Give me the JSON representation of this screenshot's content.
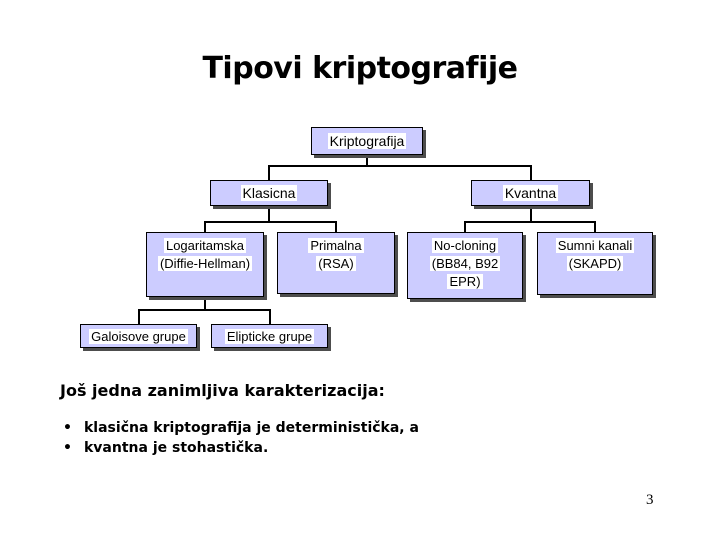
{
  "slide": {
    "title": "Tipovi kriptografije",
    "page_number": "3",
    "background_color": "#ffffff"
  },
  "diagram": {
    "type": "tree",
    "nodes": {
      "kriptografija": {
        "lines": [
          "Kriptografija"
        ]
      },
      "klasicna": {
        "lines": [
          "Klasicna"
        ]
      },
      "kvantna": {
        "lines": [
          "Kvantna"
        ]
      },
      "logaritamska": {
        "lines": [
          "Logaritamska",
          "(Diffie-Hellman)"
        ]
      },
      "primalna": {
        "lines": [
          "Primalna",
          "(RSA)"
        ]
      },
      "no_cloning": {
        "lines": [
          "No-cloning",
          "(BB84, B92",
          "EPR)"
        ]
      },
      "sumni_kanali": {
        "lines": [
          "Sumni kanali",
          "(SKAPD)"
        ]
      },
      "galoisove": {
        "lines": [
          "Galoisove grupe"
        ]
      },
      "elipticke": {
        "lines": [
          "Elipticke grupe"
        ]
      }
    },
    "edges": [
      [
        "kriptografija",
        "klasicna"
      ],
      [
        "kriptografija",
        "kvantna"
      ],
      [
        "klasicna",
        "logaritamska"
      ],
      [
        "klasicna",
        "primalna"
      ],
      [
        "kvantna",
        "no_cloning"
      ],
      [
        "kvantna",
        "sumni_kanali"
      ],
      [
        "logaritamska",
        "galoisove"
      ],
      [
        "logaritamska",
        "elipticke"
      ]
    ],
    "colors": {
      "node_fill": "#ccccff",
      "node_border": "#000000",
      "node_shadow": "#4d4d4d",
      "text_highlight": "#ffffff",
      "connector": "#000000",
      "title_text": "#000000"
    }
  },
  "body_text": {
    "lead": "Još jedna zanimljiva karakterizacija:",
    "bullet_marker": "•",
    "bullets": [
      "klasična kriptografija je deterministička, a",
      "kvantna je stohastička."
    ]
  }
}
